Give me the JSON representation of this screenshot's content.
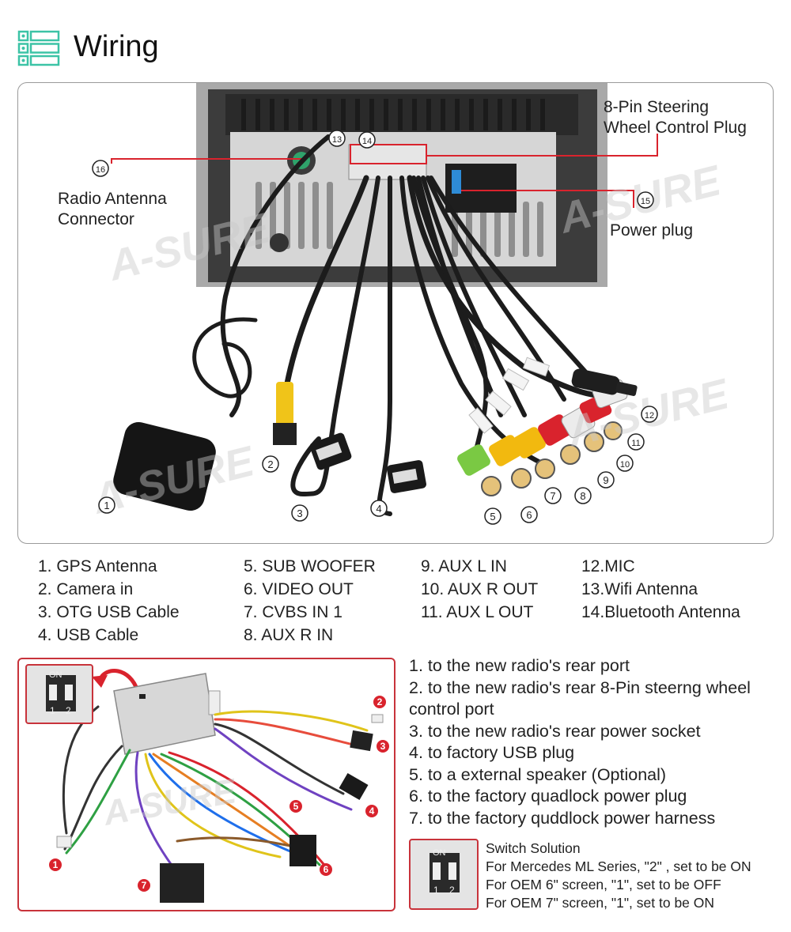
{
  "header": {
    "title": "Wiring",
    "icon": "list-icon",
    "accent_color": "#3cc3a6"
  },
  "wiring_diagram": {
    "callouts": {
      "steering_plug": "8-Pin Steering\nWheel Control Plug",
      "radio_antenna": "Radio Antenna\nConnector",
      "power_plug": "Power plug"
    },
    "numbers": [
      "1",
      "2",
      "3",
      "4",
      "5",
      "6",
      "7",
      "8",
      "9",
      "10",
      "11",
      "12",
      "13",
      "14",
      "15",
      "16"
    ],
    "watermark": "A-SURE"
  },
  "legend": {
    "col1": [
      "1. GPS Antenna",
      "2. Camera in",
      "3. OTG USB Cable",
      "4. USB Cable"
    ],
    "col2": [
      "5. SUB WOOFER",
      "6. VIDEO OUT",
      "7. CVBS IN 1",
      "8. AUX R IN"
    ],
    "col3": [
      "9. AUX L IN",
      "10. AUX R OUT",
      "11. AUX L OUT"
    ],
    "col4": [
      "12.MIC",
      "13.Wifi Antenna",
      "14.Bluetooth Antenna"
    ]
  },
  "harness": {
    "switch_on": "ON",
    "switch_1": "1",
    "switch_2": "2",
    "numbers": [
      "1",
      "2",
      "3",
      "4",
      "5",
      "6",
      "7"
    ],
    "marker_color": "#d9232d"
  },
  "steps": [
    "1. to the new radio's rear port",
    "2. to the new radio's rear 8-Pin steerng wheel",
    "control port",
    "3. to the new radio's rear power socket",
    "4. to factory USB plug",
    "5. to a external speaker (Optional)",
    "6. to the factory quadlock power plug",
    "7. to the factory quddlock power harness"
  ],
  "switch_solution": {
    "title": "Switch Solution",
    "lines": [
      "For Mercedes ML Series, \"2\" , set to be ON",
      "For OEM 6\" screen, \"1\", set to be OFF",
      "For OEM 7\" screen, \"1\", set to be ON"
    ],
    "switch_on": "ON",
    "switch_1": "1",
    "switch_2": "2"
  }
}
